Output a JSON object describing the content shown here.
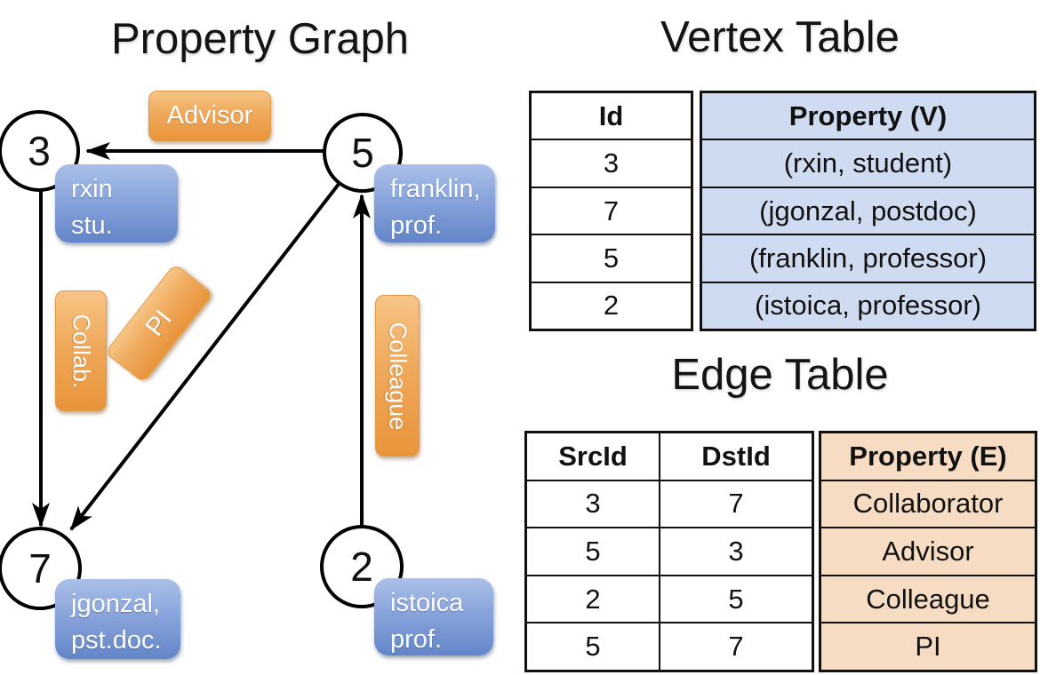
{
  "graph": {
    "title": "Property Graph",
    "vertices": [
      {
        "id": "3",
        "line1": "rxin",
        "line2": "stu."
      },
      {
        "id": "5",
        "line1": "franklin,",
        "line2": "prof."
      },
      {
        "id": "7",
        "line1": "jgonzal,",
        "line2": "pst.doc."
      },
      {
        "id": "2",
        "line1": "istoica",
        "line2": "prof."
      }
    ],
    "edge_labels": [
      {
        "name": "Advisor"
      },
      {
        "name": "Collab."
      },
      {
        "name": "PI"
      },
      {
        "name": "Colleague"
      }
    ]
  },
  "vertex_table": {
    "title": "Vertex Table",
    "columns": {
      "id": "Id",
      "property": "Property (V)"
    },
    "rows": [
      {
        "id": "3",
        "property": "(rxin, student)"
      },
      {
        "id": "7",
        "property": "(jgonzal, postdoc)"
      },
      {
        "id": "5",
        "property": "(franklin, professor)"
      },
      {
        "id": "2",
        "property": "(istoica, professor)"
      }
    ]
  },
  "edge_table": {
    "title": "Edge Table",
    "columns": {
      "src": "SrcId",
      "dst": "DstId",
      "property": "Property (E)"
    },
    "rows": [
      {
        "src": "3",
        "dst": "7",
        "property": "Collaborator"
      },
      {
        "src": "5",
        "dst": "3",
        "property": "Advisor"
      },
      {
        "src": "2",
        "dst": "5",
        "property": "Colleague"
      },
      {
        "src": "5",
        "dst": "7",
        "property": "PI"
      }
    ]
  },
  "colors": {
    "edge_label_orange_top": "#f7c486",
    "edge_label_orange_bottom": "#e8943a",
    "vertex_label_blue_top": "#abc0e8",
    "vertex_label_blue_bottom": "#6285c9",
    "vertex_property_fill": "#cfdbf0",
    "edge_property_fill": "#f5dcc2",
    "line_color": "#000000"
  }
}
